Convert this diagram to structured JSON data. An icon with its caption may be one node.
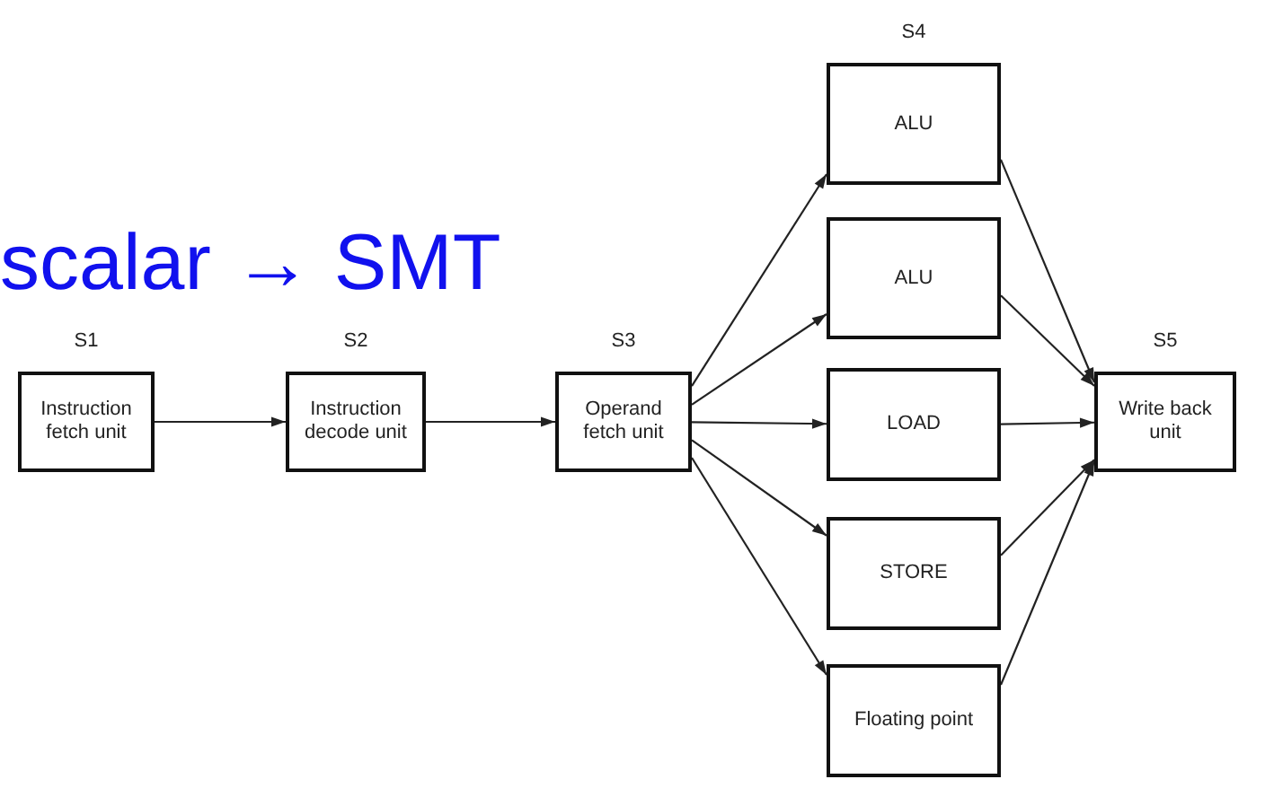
{
  "diagram": {
    "title": "scalar → SMT",
    "nodes": [
      {
        "text": [
          "Instruction fetch unit"
        ],
        "beside": [
          "S1"
        ]
      },
      {
        "text": [
          "Instruction decode unit"
        ],
        "beside": [
          "S2"
        ]
      },
      {
        "text": [
          "Operand fetch unit"
        ],
        "beside": [
          "S3"
        ]
      },
      {
        "text": [
          "ALU"
        ],
        "beside": [
          "S4"
        ]
      },
      {
        "text": [
          "ALU"
        ]
      },
      {
        "text": [
          "LOAD"
        ]
      },
      {
        "text": [
          "STORE"
        ]
      },
      {
        "text": [
          "Floating point"
        ]
      },
      {
        "text": [
          "Write back unit"
        ],
        "beside": [
          "S5"
        ]
      }
    ],
    "edges": [
      {
        "from": 0,
        "to": 1,
        "arrow": "to"
      },
      {
        "from": 1,
        "to": 2,
        "arrow": "to"
      },
      {
        "from": 2,
        "to": 3,
        "arrow": "to"
      },
      {
        "from": 2,
        "to": 4,
        "arrow": "to"
      },
      {
        "from": 2,
        "to": 5,
        "arrow": "to"
      },
      {
        "from": 2,
        "to": 6,
        "arrow": "to"
      },
      {
        "from": 2,
        "to": 7,
        "arrow": "to"
      },
      {
        "from": 3,
        "to": 8,
        "arrow": "to"
      },
      {
        "from": 4,
        "to": 8,
        "arrow": "to"
      },
      {
        "from": 5,
        "to": 8,
        "arrow": "to"
      },
      {
        "from": 6,
        "to": 8,
        "arrow": "to"
      },
      {
        "from": 7,
        "to": 8,
        "arrow": "to"
      }
    ]
  }
}
